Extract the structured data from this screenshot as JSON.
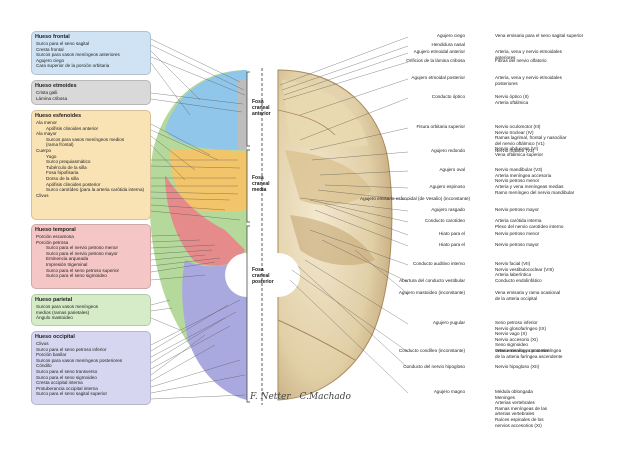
{
  "left_groups": [
    {
      "title": "Hueso frontal",
      "color": "#cfe3f4",
      "items": [
        "Surco para el seno sagital",
        "Cresta frontal",
        "Surcos para vasos meníngeos anteriores",
        "Agujero ciego",
        "Cara superior de la porción orbitaria"
      ]
    },
    {
      "title": "Hueso etmoides",
      "color": "#d9d9d9",
      "items": [
        "Crista galli",
        "Lámina cribosa"
      ]
    },
    {
      "title": "Hueso esfenoides",
      "color": "#f9e2b4",
      "items": [
        "Ala menor",
        "Apófisis clinoides anterior",
        "Ala mayor",
        "Surcos para vasos meníngeos medios",
        "(rama frontal)",
        "Cuerpo",
        "Yugo",
        "Surco prequiasmático",
        "Tubérculo de la silla",
        "Fosa hipofisaria",
        "Dorso de la silla",
        "Apófisis clinoides posterior",
        "Surco carotídeo (para la arteria carótida interna)",
        "Clivus"
      ]
    },
    {
      "title": "Hueso temporal",
      "color": "#f5c6c6",
      "items": [
        "Porción escamosa",
        "Porción petrosa",
        "Surco para el nervio petroso menor",
        "Surco para el nervio petroso mayor",
        "Eminencia arqueada",
        "Impresión trigeminal",
        "Surco para el seno petroso superior",
        "Surco para el seno sigmoideo"
      ]
    },
    {
      "title": "Hueso parietal",
      "color": "#d6ecc8",
      "items": [
        "Surcos para vasos meníngeos",
        "medios (ramas parietales)",
        "Ángulo mastoideo"
      ]
    },
    {
      "title": "Hueso occipital",
      "color": "#d6d6f0",
      "items": [
        "Clivus",
        "Surco para el seno petroso inferior",
        "Porción basilar",
        "Surcos para vasos meníngeos posteriores",
        "Cóndilo",
        "Surco para el seno transverso",
        "Surco para el seno sigmoideo",
        "Cresta occipital interna",
        "Protuberancia occipital interna",
        "Surco para el seno sagital superior"
      ]
    }
  ],
  "fossae": [
    {
      "lines": [
        "Fosa",
        "craneal",
        "anterior"
      ]
    },
    {
      "lines": [
        "Fosa",
        "craneal",
        "media"
      ]
    },
    {
      "lines": [
        "Fosa",
        "craneal",
        "posterior"
      ]
    }
  ],
  "right_labels": [
    {
      "label": "Agujero ciego",
      "desc": [
        "Vena emisaria para el seno sagital superior"
      ]
    },
    {
      "label": "Hendidura nasal",
      "desc": []
    },
    {
      "label": "Agujero etmoidal anterior",
      "desc": [
        "Arteria, vena y nervio etmoidales",
        "anteriores"
      ]
    },
    {
      "label": "Orificios de la lámina cribosa",
      "desc": [
        "Fibras del nervio olfatorio"
      ]
    },
    {
      "label": "Agujero etmoidal posterior",
      "desc": [
        "Arteria, vena y nervio etmoidales",
        "posteriores"
      ]
    },
    {
      "label": "Conducto óptico",
      "desc": [
        "Nervio óptico (II)",
        "Arteria oftálmica"
      ]
    },
    {
      "label": "Fisura orbitaria superior",
      "desc": [
        "Nervio oculomotor (III)",
        "Nervio troclear (IV)",
        "Ramas lagrimal, frontal y nasociliar",
        "del nervio oftálmico (V1)",
        "Nervio abducens (VI)",
        "Vena oftálmica superior"
      ]
    },
    {
      "label": "Agujero redondo",
      "desc": [
        "Nervio maxilar (V2)"
      ]
    },
    {
      "label": "Agujero oval",
      "desc": [
        "Nervio mandibular (V3)",
        "Arteria meníngea accesoria",
        "Nervio petroso menor"
      ]
    },
    {
      "label": "Agujero espinoso",
      "desc": [
        "Arteria y vena meníngeas medias",
        "Ramo meníngeo del nervio mandibular"
      ]
    },
    {
      "label": "Agujero emisario esfenoidal (de Vesalio) (inconstante)",
      "desc": []
    },
    {
      "label": "Agujero rasgado",
      "desc": [
        "Nervio petroso mayor"
      ]
    },
    {
      "label": "Conducto carotídeo",
      "desc": [
        "Arteria carótida interna",
        "Plexo del nervio carotídeo interno"
      ]
    },
    {
      "label": "Hiato para el",
      "desc": [
        "Nervio petroso menor"
      ]
    },
    {
      "label": "Hiato para el",
      "desc": [
        "Nervio petroso mayor"
      ]
    },
    {
      "label": "Conducto auditivo interno",
      "desc": [
        "Nervio facial (VII)",
        "Nervio vestibulococlear (VIII)",
        "Arteria laberíntica"
      ]
    },
    {
      "label": "Abertura del conducto vestibular",
      "desc": [
        "Conducto endolinfático"
      ]
    },
    {
      "label": "Agujero mastoideo (inconstante)",
      "desc": [
        "Vena emisaria y rama ocasional",
        "de la arteria occipital"
      ]
    },
    {
      "label": "Agujero yugular",
      "desc": [
        "Seno petroso inferior",
        "Nervio glosofaríngeo (IX)",
        "Nervio vago (X)",
        "Nervio accesorio (XI)",
        "Seno sigmoideo",
        "Arteria meníngea posterior"
      ]
    },
    {
      "label": "Conducto condíleo (inconstante)",
      "desc": [
        "Vena emisaria y rama meníngea",
        "de la arteria faríngea ascendente"
      ]
    },
    {
      "label": "Conducto del nervio hipogloso",
      "desc": [
        "Nervio hipogloso (XII)"
      ]
    },
    {
      "label": "Agujero magno",
      "desc": [
        "Médula oblongada",
        "Meninges",
        "Arterias vertebrales",
        "Ramas meníngeas de las",
        "arterias vertebrales",
        "Raíces espinales de los",
        "nervios accesorios (XI)"
      ]
    }
  ],
  "signature": [
    "F. Netter",
    "C.Machado"
  ],
  "colors": {
    "frontal": "#8fc6ea",
    "etmoides": "#bdbdbd",
    "esfenoides": "#f2c56b",
    "temporal": "#e58b8b",
    "parietal": "#b4d99a",
    "occipital": "#a9a9df",
    "bone": "#e6d7b5",
    "bone_dark": "#b99a68"
  }
}
